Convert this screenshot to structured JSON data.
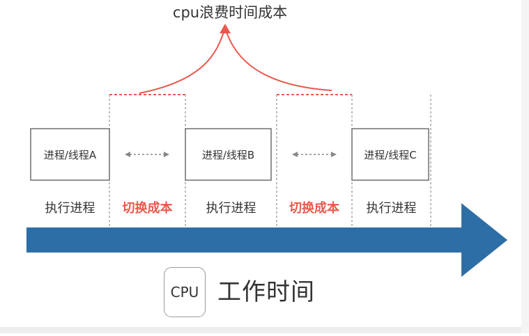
{
  "title": "cpu浪费时间成本",
  "processes": [
    {
      "label": "进程/线程A",
      "phase": "执行进程"
    },
    {
      "label": "进程/线程B",
      "phase": "执行进程"
    },
    {
      "label": "进程/线程C",
      "phase": "执行进程"
    }
  ],
  "switch_phase": {
    "label": "切换成本"
  },
  "switches": [
    {
      "label": "切换成本"
    },
    {
      "label": "切换成本"
    }
  ],
  "timeline": {
    "cpu_label": "CPU",
    "caption": "工作时间"
  },
  "colors": {
    "arrow": "#2e6ea6",
    "waste": "#e8594c",
    "box_border": "#777777",
    "dashed": "#999999",
    "text": "#333333"
  }
}
